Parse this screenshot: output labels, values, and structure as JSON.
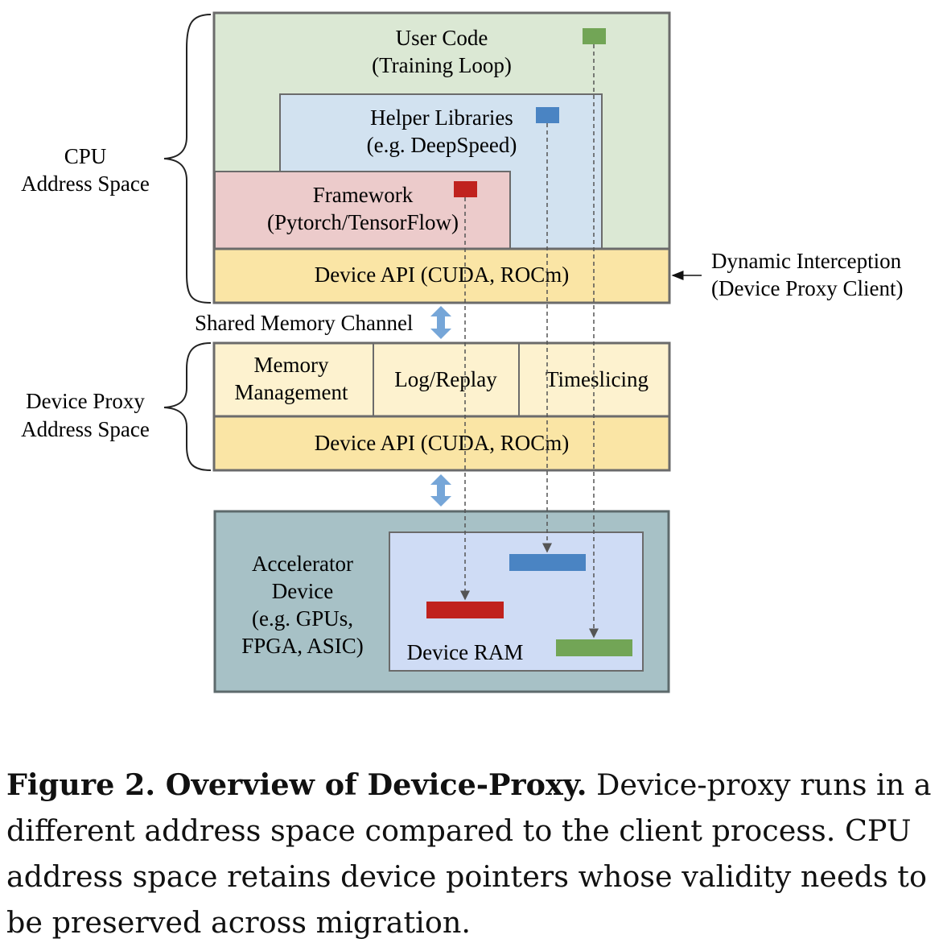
{
  "diagram": {
    "cpu_space": {
      "line1": "CPU",
      "line2": "Address Space"
    },
    "proxy_space": {
      "line1": "Device Proxy",
      "line2": "Address Space"
    },
    "user_code": {
      "line1": "User Code",
      "line2": "(Training Loop)"
    },
    "helper_libs": {
      "line1": "Helper Libraries",
      "line2": "(e.g. DeepSpeed)"
    },
    "framework": {
      "line1": "Framework",
      "line2": "(Pytorch/TensorFlow)"
    },
    "device_api_client": "Device API (CUDA, ROCm)",
    "interception": {
      "line1": "Dynamic Interception",
      "line2": "(Device Proxy Client)"
    },
    "shared_memory_channel": "Shared Memory Channel",
    "memory_mgmt": {
      "line1": "Memory",
      "line2": "Management"
    },
    "log_replay": "Log/Replay",
    "timeslicing": "Timeslicing",
    "device_api_proxy": "Device API (CUDA, ROCm)",
    "accelerator": {
      "line1": "Accelerator",
      "line2": "Device",
      "line3": "(e.g. GPUs,",
      "line4": "FPGA, ASIC)"
    },
    "device_ram": "Device RAM"
  },
  "colors": {
    "user_code_bg": "#dbe8d4",
    "helper_bg": "#d2e2f0",
    "framework_bg": "#eccbcb",
    "device_api_bg": "#fae5a5",
    "proxy_module_bg": "#fdf2cf",
    "accelerator_bg": "#a7c1c6",
    "device_ram_bg": "#cfdcf5",
    "green_pointer": "#72a556",
    "blue_pointer": "#4a84c3",
    "red_pointer": "#c0221e",
    "arrow_blue": "#76a6d8"
  },
  "caption": {
    "bold": "Figure 2. Overview of Device-Proxy.",
    "text": " Device-proxy runs in a different address space compared to the client process. CPU address space retains device pointers whose validity needs to be preserved across migration."
  }
}
